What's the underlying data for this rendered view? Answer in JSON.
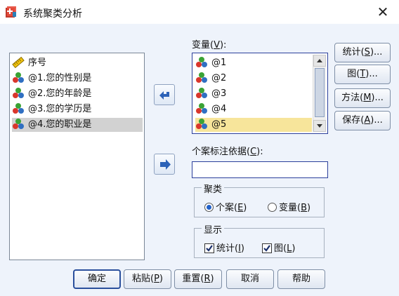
{
  "window": {
    "title": "系统聚类分析",
    "close_glyph": "✕"
  },
  "source_list": {
    "items": [
      {
        "label": "序号",
        "icon": "ruler-icon"
      },
      {
        "label": "@1.您的性别是",
        "icon": "nominal-variable-icon"
      },
      {
        "label": "@2.您的年龄是",
        "icon": "nominal-variable-icon"
      },
      {
        "label": "@3.您的学历是",
        "icon": "nominal-variable-icon"
      },
      {
        "label": "@4.您的职业是",
        "icon": "nominal-variable-icon",
        "selected": true
      }
    ]
  },
  "variables": {
    "label_prefix": "变量(",
    "label_mnemonic": "V",
    "label_suffix": "):",
    "items": [
      {
        "label": "@1"
      },
      {
        "label": "@2"
      },
      {
        "label": "@3"
      },
      {
        "label": "@4"
      },
      {
        "label": "@5",
        "selected": true
      }
    ]
  },
  "case_label": {
    "label_prefix": "个案标注依据(",
    "label_mnemonic": "C",
    "label_suffix": "):",
    "value": ""
  },
  "cluster_group": {
    "title": "聚类",
    "options": [
      {
        "prefix": "个案(",
        "mnemonic": "E",
        "suffix": ")",
        "checked": true
      },
      {
        "prefix": "变量(",
        "mnemonic": "B",
        "suffix": ")",
        "checked": false
      }
    ]
  },
  "display_group": {
    "title": "显示",
    "options": [
      {
        "prefix": "统计(",
        "mnemonic": "I",
        "suffix": ")",
        "checked": true
      },
      {
        "prefix": "图(",
        "mnemonic": "L",
        "suffix": ")",
        "checked": true
      }
    ]
  },
  "side_buttons": [
    {
      "prefix": "统计(",
      "mnemonic": "S",
      "suffix": ")..."
    },
    {
      "prefix": "图(",
      "mnemonic": "T",
      "suffix": ")..."
    },
    {
      "prefix": "方法(",
      "mnemonic": "M",
      "suffix": ")..."
    },
    {
      "prefix": "保存(",
      "mnemonic": "A",
      "suffix": ")..."
    }
  ],
  "bottom_buttons": {
    "ok": {
      "label": "确定"
    },
    "paste": {
      "prefix": "粘贴(",
      "mnemonic": "P",
      "suffix": ")"
    },
    "reset": {
      "prefix": "重置(",
      "mnemonic": "R",
      "suffix": ")"
    },
    "cancel": {
      "label": "取消"
    },
    "help": {
      "label": "帮助"
    }
  },
  "colors": {
    "arrow_blue": "#2c62b8",
    "selection_yellow": "#f7e59b",
    "selection_gray": "#d2d2d2"
  }
}
